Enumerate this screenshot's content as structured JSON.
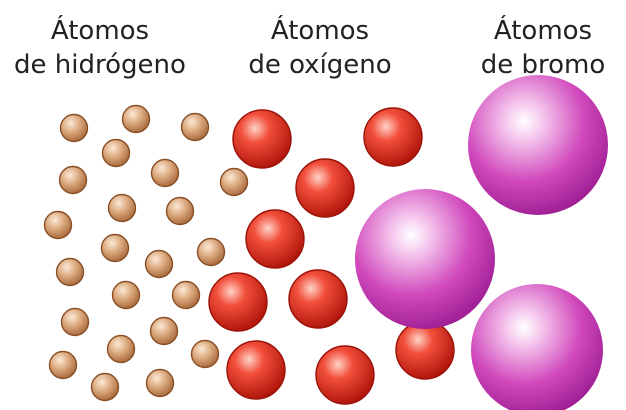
{
  "labels": {
    "hydrogen": {
      "line1": "Átomos",
      "line2": "de hidrógeno"
    },
    "oxygen": {
      "line1": "Átomos",
      "line2": "de oxígeno"
    },
    "bromine": {
      "line1": "Átomos",
      "line2": "de bromo"
    }
  },
  "colors": {
    "hydrogen": "#d9a57a",
    "oxygen": "#e0301e",
    "bromine": "#c838b0"
  }
}
